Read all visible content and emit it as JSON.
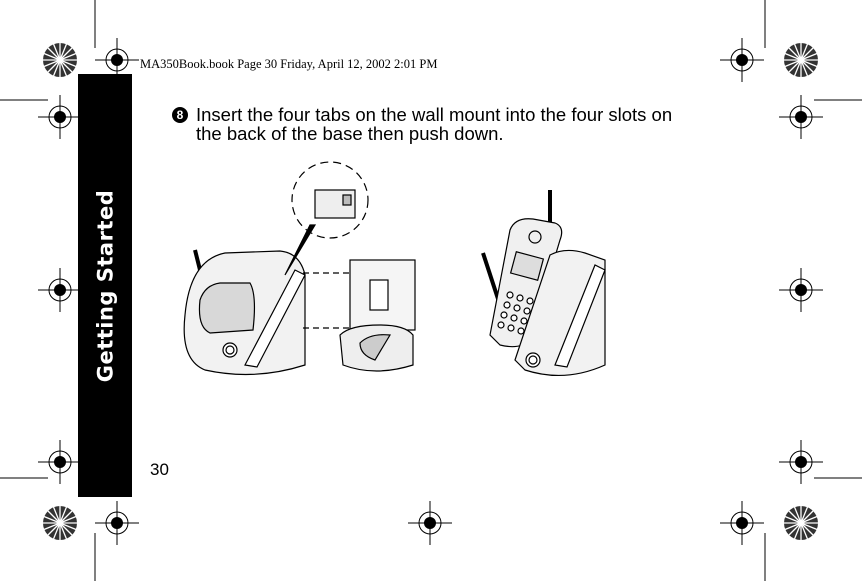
{
  "print_header": "MA350Book.book  Page 30  Friday, April 12, 2002  2:01 PM",
  "section_tab": "Getting Started",
  "step": {
    "number": "8",
    "text": "Insert the four tabs on the wall mount into the four slots on the back of the base then push down."
  },
  "page_number": "30",
  "icons": [
    "registration-mark-icon",
    "color-wheel-mark-icon",
    "wall-mount-illustration",
    "phone-on-base-illustration"
  ]
}
